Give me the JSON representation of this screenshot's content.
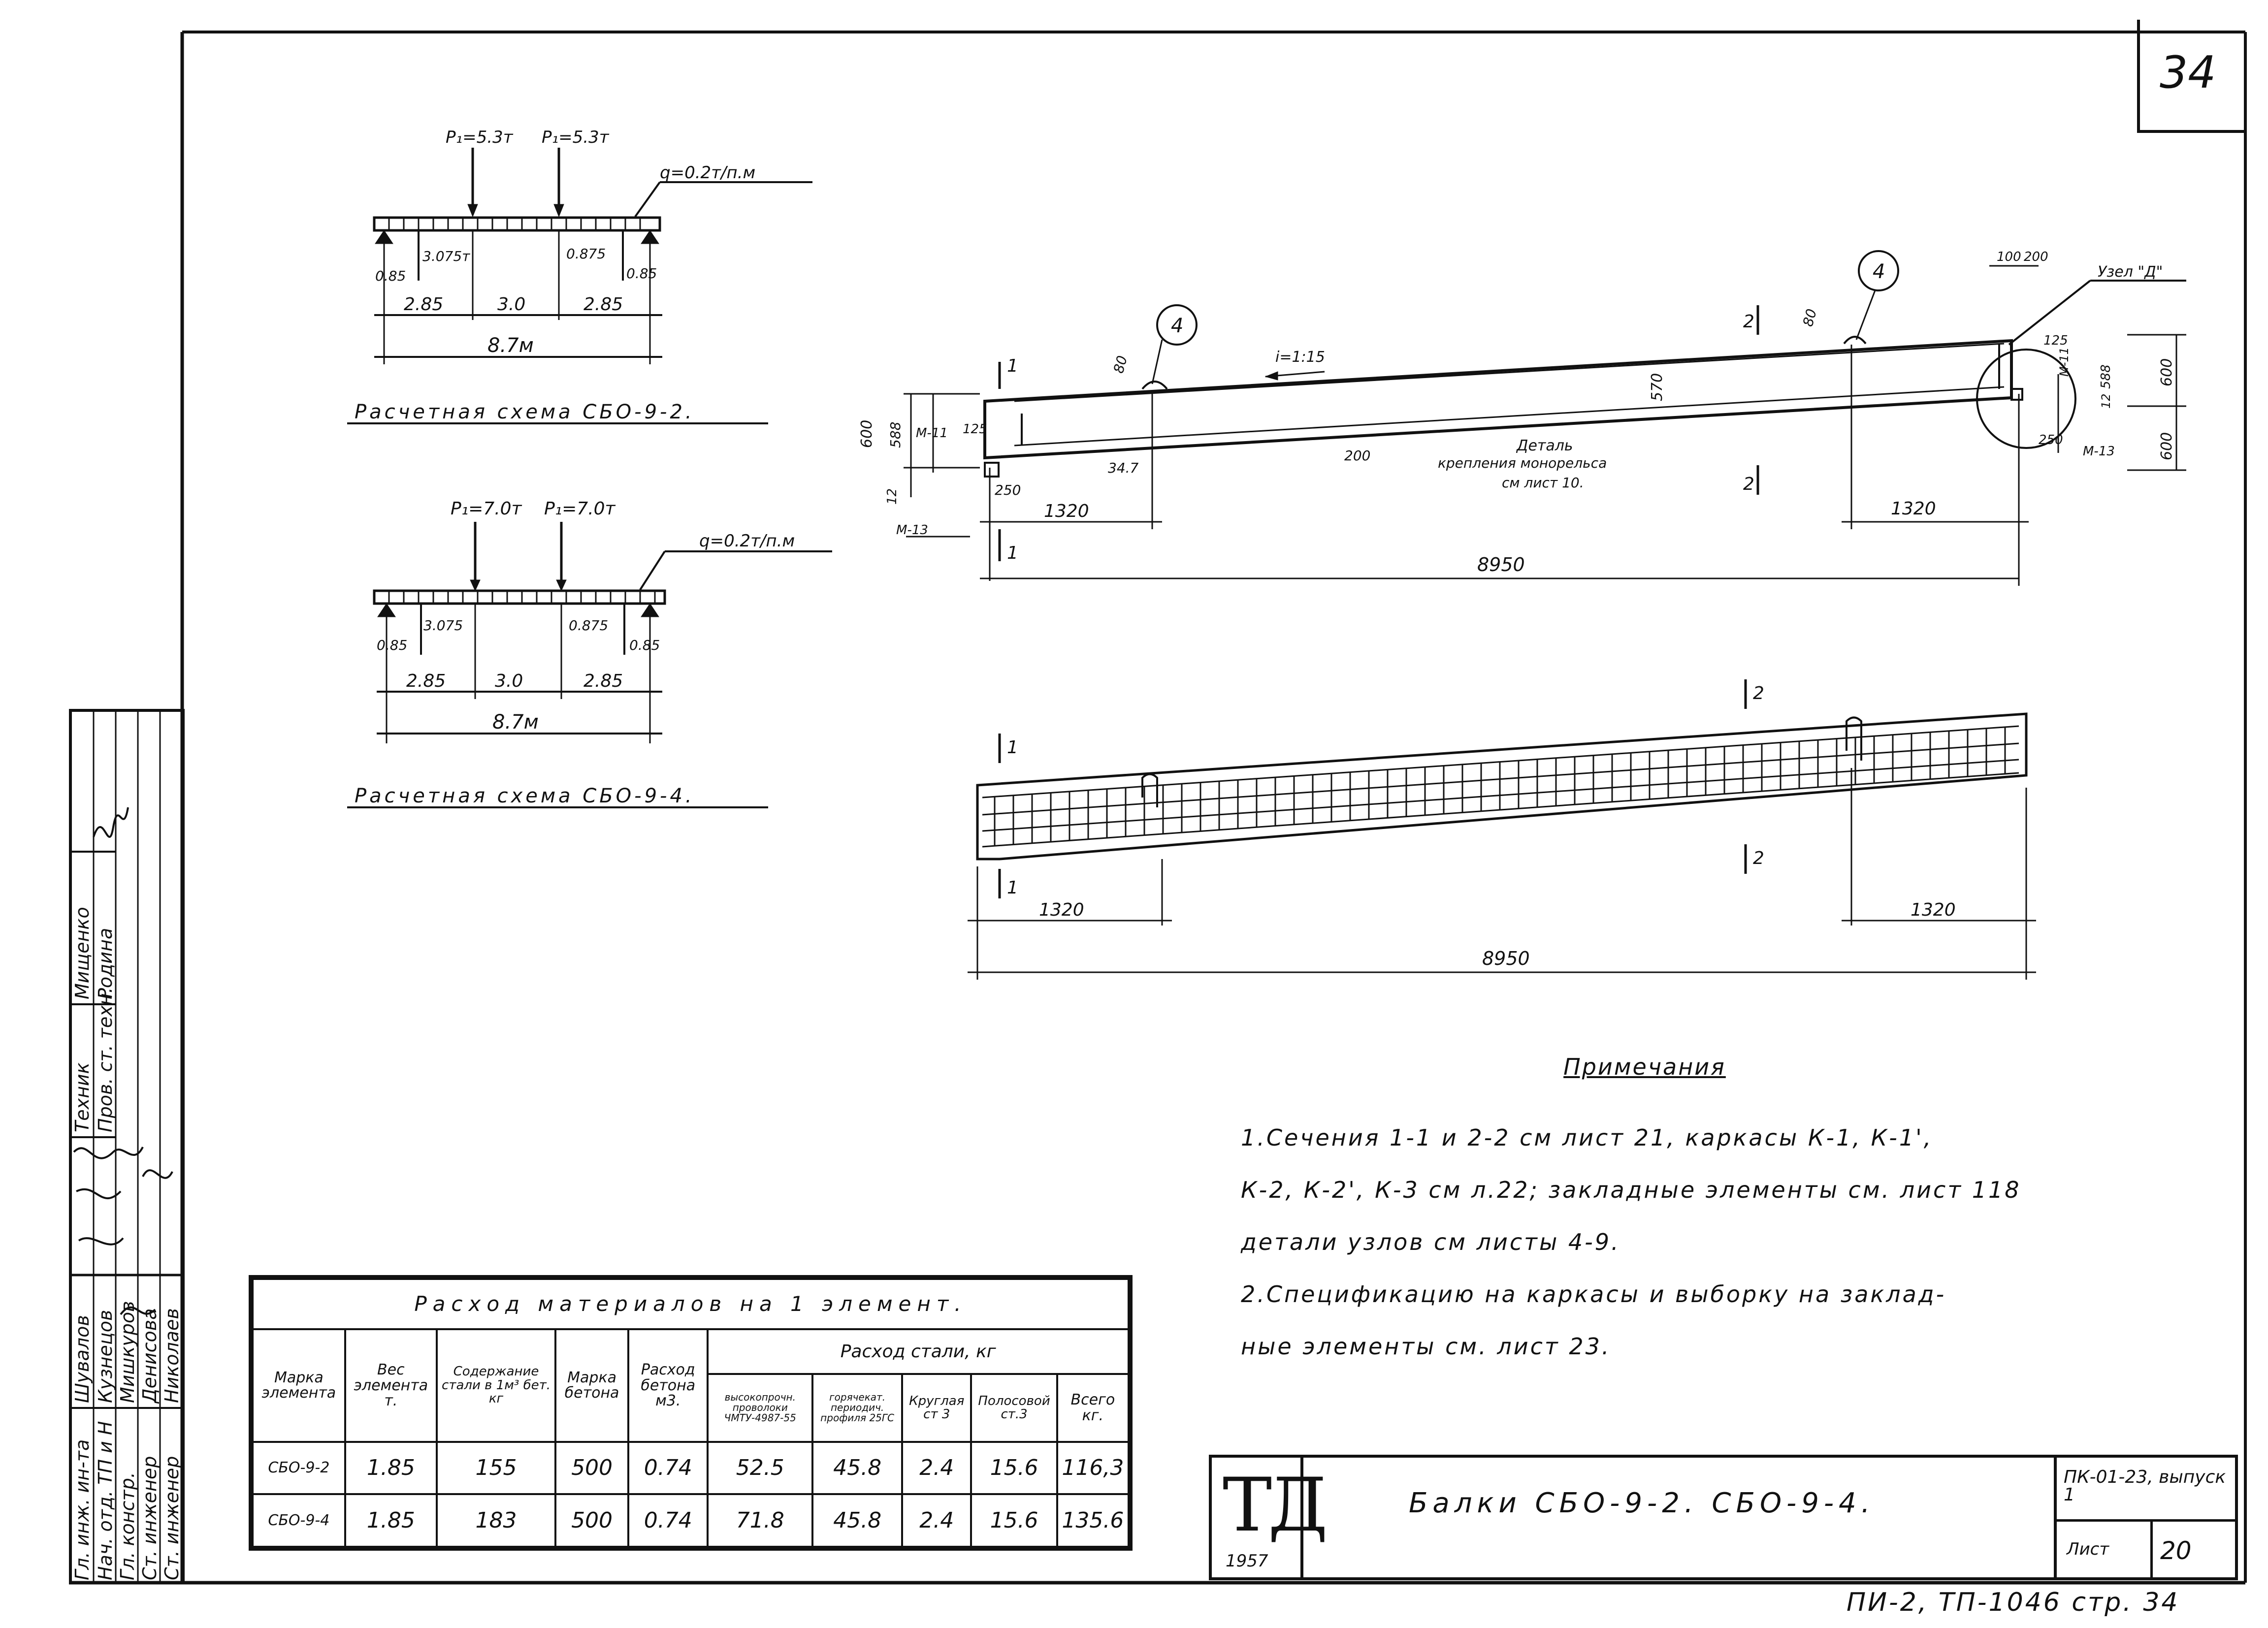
{
  "page_number": "34",
  "scheme1": {
    "p1": "P₁=5.3т",
    "p2": "P₁=5.3т",
    "q": "q=0.2т/п.м",
    "r_left": "0.85",
    "r_inner_left": "3.075т",
    "r_inner_right": "0.875",
    "r_right": "0.85",
    "seg1": "2.85",
    "seg2": "3.0",
    "seg3": "2.85",
    "span": "8.7м",
    "caption": "Расчетная схема СБО-9-2."
  },
  "scheme2": {
    "p1": "P₁=7.0т",
    "p2": "P₁=7.0т",
    "q": "q=0.2т/п.м",
    "r_left": "0.85",
    "r_inner_left": "3.075",
    "r_inner_right": "0.875",
    "r_right": "0.85",
    "seg1": "2.85",
    "seg2": "3.0",
    "seg3": "2.85",
    "span": "8.7м",
    "caption": "Расчетная схема СБО-9-4."
  },
  "elevation": {
    "marker4": "4",
    "slope": "i=1:15",
    "dim_80": "80",
    "dim_570": "570",
    "dim_600": "600",
    "dim_588": "588",
    "dim_12": "12",
    "dim_125": "125",
    "dim_250": "250",
    "dim_200": "200",
    "dim_34_7": "34.7",
    "dim_100": "100",
    "dim_1320": "1320",
    "dim_8950": "8950",
    "m11": "М-11",
    "m13": "М-13",
    "node": "Узел \"Д\"",
    "detail1": "Деталь",
    "detail2": "крепления монорельса",
    "detail3": "см лист 10.",
    "sec1": "1",
    "sec2": "2"
  },
  "rebar": {
    "sec1": "1",
    "sec2": "2",
    "dim_1320": "1320",
    "dim_8950": "8950"
  },
  "notes": {
    "title": "Примечания",
    "lines": [
      "1.Сечения 1-1 и 2-2 см лист 21, каркасы К-1, К-1',",
      "К-2, К-2', К-3 см л.22; закладные элементы см. лист 118",
      "детали узлов см листы 4-9.",
      "2.Спецификацию на каркасы и выборку на заклад-",
      "ные элементы см. лист 23."
    ]
  },
  "materials_table": {
    "caption": "Расход материалов на 1 элемент.",
    "h_mark": "Марка элемента",
    "h_weight": "Вес элемента т.",
    "h_steel_per_m3": "Содержание стали в 1м³ бет. кг",
    "h_concrete_grade": "Марка бетона",
    "h_concrete_use": "Расход бетона м3.",
    "h_steel_group": "Расход стали, кг",
    "h_wire": "высокопрочн. проволоки ЧМТУ-4987-55",
    "h_periodic": "горячекат. периодич. профиля 25ГС",
    "h_round": "Круглая ст 3",
    "h_strip": "Полосовой ст.3",
    "h_total": "Всего кг.",
    "rows": [
      [
        "СБО-9-2",
        "1.85",
        "155",
        "500",
        "0.74",
        "52.5",
        "45.8",
        "2.4",
        "15.6",
        "116,3"
      ],
      [
        "СБО-9-4",
        "1.85",
        "183",
        "500",
        "0.74",
        "71.8",
        "45.8",
        "2.4",
        "15.6",
        "135.6"
      ]
    ]
  },
  "stamp": {
    "roles": [
      "Гл. инж. ин-та",
      "Нач. отд. ТП и Н",
      "Гл. констр.",
      "Ст. инженер",
      "Ст. инженер"
    ],
    "names": [
      "Шувалов",
      "Кузнецов",
      "Мишкуров",
      "Денисова",
      "Николаев"
    ],
    "roles2": [
      "Техник",
      "Пров. ст. техн."
    ],
    "names2": [
      "Мищенко",
      "Родина"
    ]
  },
  "title_block": {
    "logo": "ТД",
    "year": "1957",
    "title": "Балки СБО-9-2. СБО-9-4.",
    "code": "ПК-01-23, выпуск 1",
    "sheet_label": "Лист",
    "sheet_no": "20"
  },
  "bottom_ref": "ПИ-2, ТП-1046    стр. 34"
}
